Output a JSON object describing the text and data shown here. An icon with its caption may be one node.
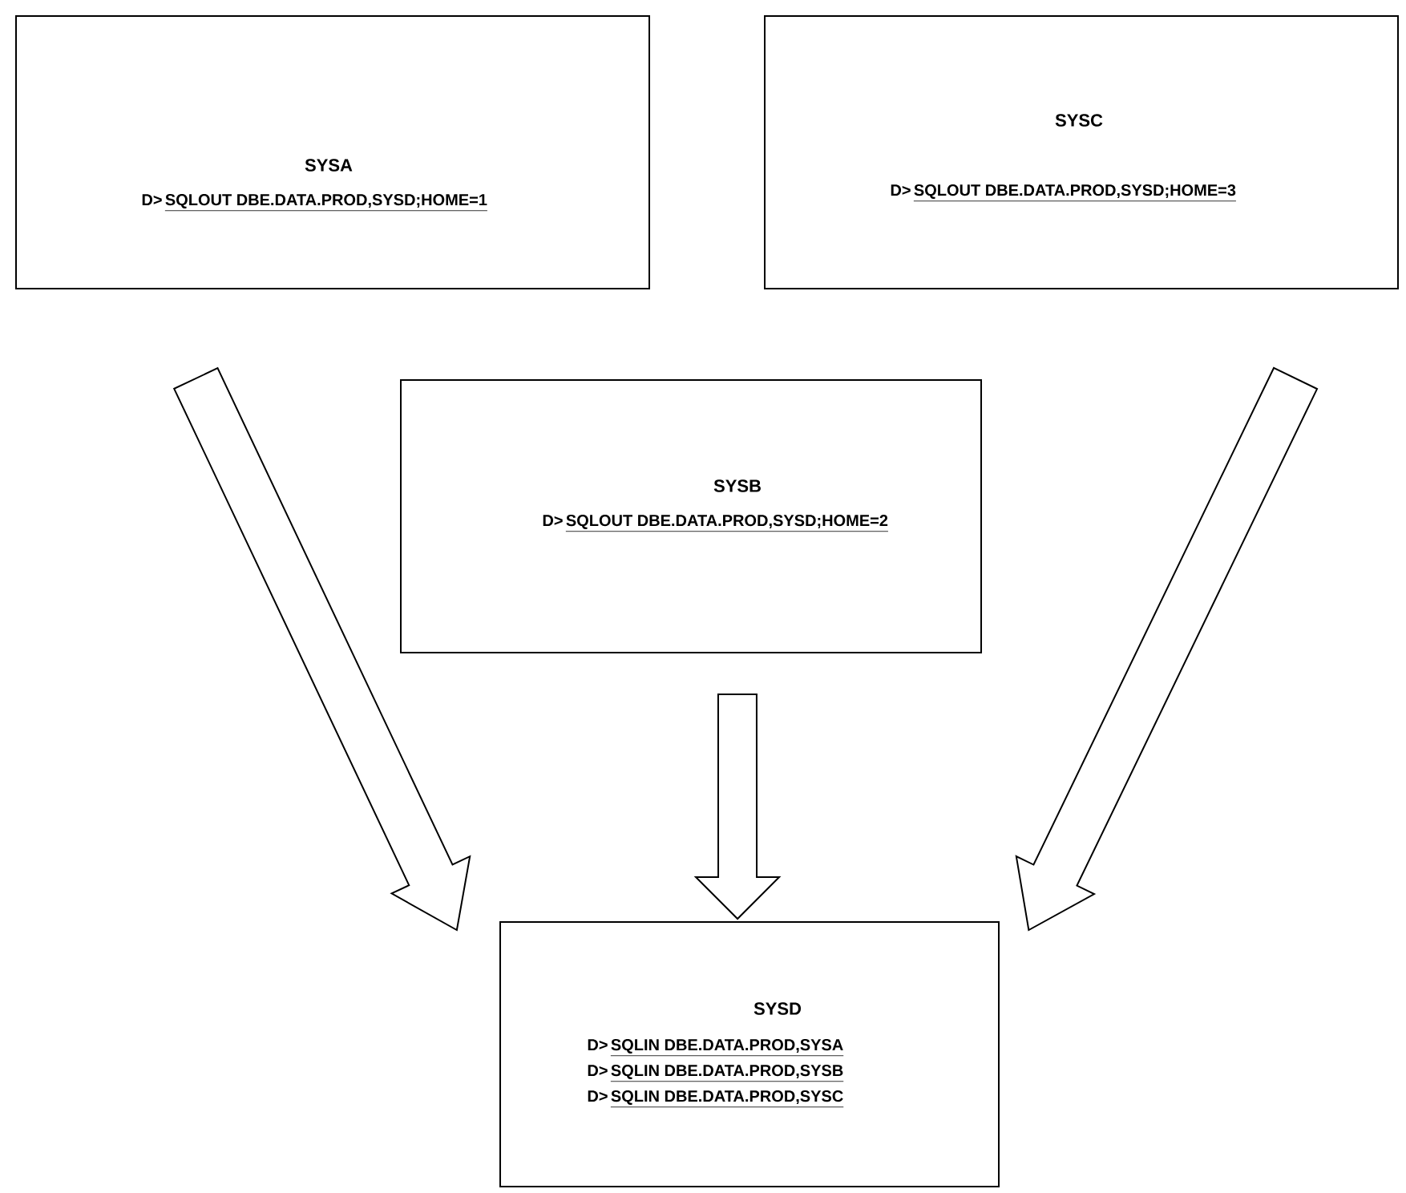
{
  "diagram": {
    "nodes": [
      {
        "text": [
          "SYSA",
          "D>",
          "SQLOUT DBE.DATA.PROD,SYSD;HOME=1"
        ]
      },
      {
        "text": [
          "SYSC",
          "D>",
          "SQLOUT DBE.DATA.PROD,SYSD;HOME=3"
        ]
      },
      {
        "text": [
          "SYSB",
          "D>",
          "SQLOUT DBE.DATA.PROD,SYSD;HOME=2"
        ]
      },
      {
        "text": [
          "SYSD",
          "D>",
          "SQLIN DBE.DATA.PROD,SYSA",
          "D>",
          "SQLIN DBE.DATA.PROD,SYSB",
          "D>",
          "SQLIN DBE.DATA.PROD,SYSC"
        ]
      }
    ],
    "edges": [
      {
        "from": 0,
        "to": 3,
        "arrow": "to"
      },
      {
        "from": 2,
        "to": 3,
        "arrow": "to"
      },
      {
        "from": 1,
        "to": 3,
        "arrow": "to"
      }
    ]
  }
}
